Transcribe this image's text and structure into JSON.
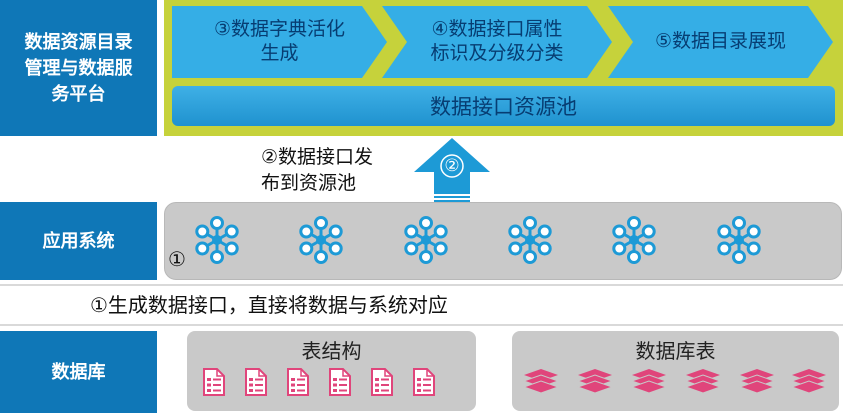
{
  "labels": {
    "platform": "数据资源目录\n管理与数据服\n务平台",
    "application": "应用系统",
    "database": "数据库"
  },
  "steps": [
    {
      "label": "③数据字典活化\n生成"
    },
    {
      "label": "④数据接口属性\n标识及分级分类"
    },
    {
      "label": "⑤数据目录展现"
    }
  ],
  "pool_label": "数据接口资源池",
  "publish": {
    "text": "②数据接口发\n布到资源池",
    "badge": "②"
  },
  "app_marker": "①",
  "caption": "①生成数据接口，直接将数据与系统对应",
  "db": {
    "structure_title": "表结构",
    "table_title": "数据库表"
  },
  "colors": {
    "label_blue": "#0f77b7",
    "lime": "#c6d23b",
    "chevron_blue": "#35aee6",
    "node_blue": "#1d9ad6",
    "doc_pink": "#e0457b"
  },
  "icons": {
    "app_node": "network-node-icon",
    "doc": "document-icon",
    "table": "layered-table-icon"
  }
}
